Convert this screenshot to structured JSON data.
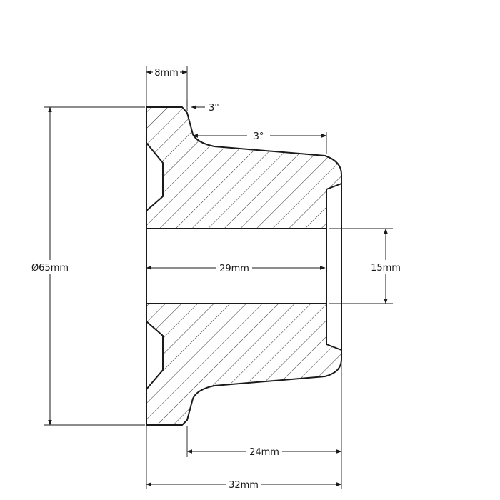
{
  "drawing": {
    "dimensions": {
      "flange_width": "8mm",
      "taper_angle_1": "3°",
      "taper_angle_2": "3°",
      "outer_diameter": "Ø65mm",
      "bore_length": "29mm",
      "bore_diameter": "15mm",
      "body_length": "24mm",
      "overall_length": "32mm"
    }
  }
}
